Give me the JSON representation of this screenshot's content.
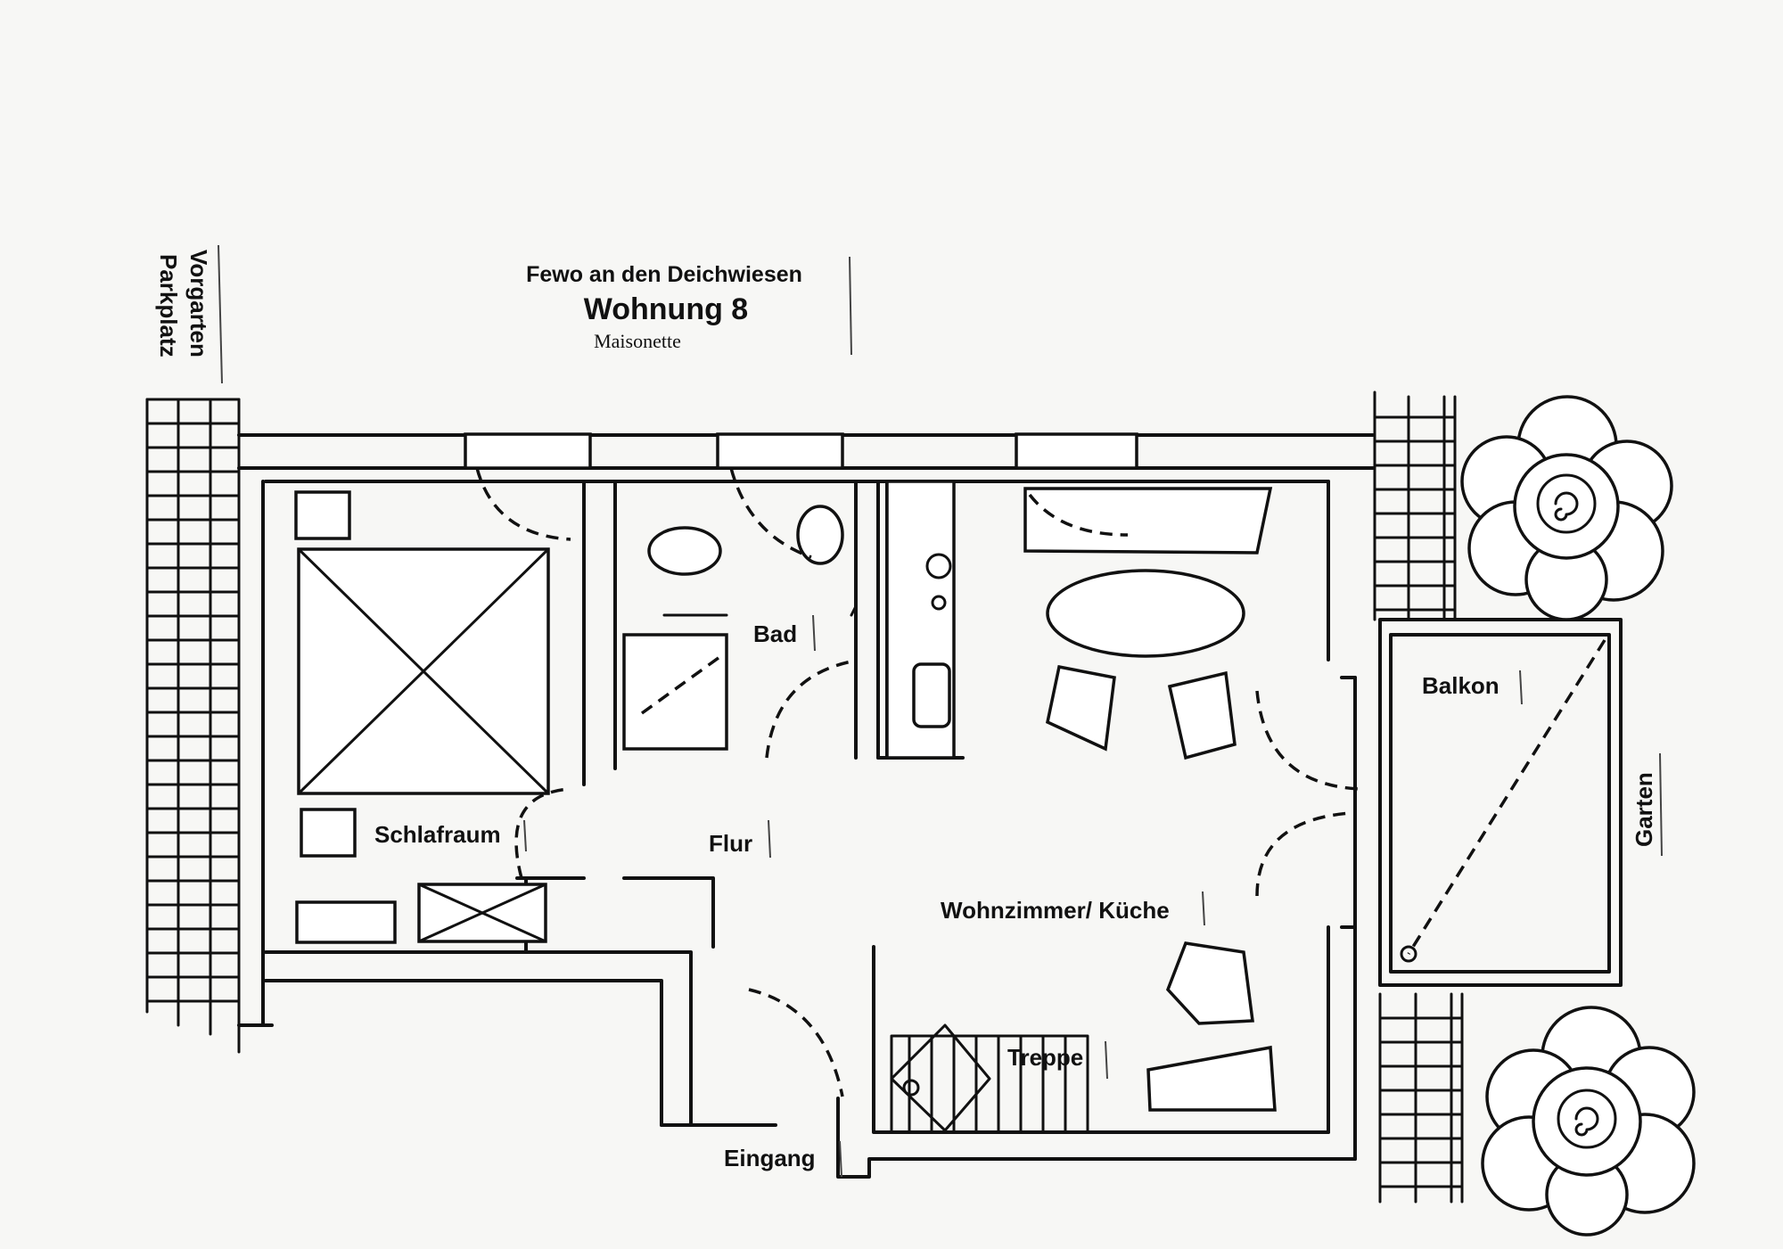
{
  "header": {
    "line1": "Fewo an den Deichwiesen",
    "line2": "Wohnung 8",
    "line3": "Maisonette"
  },
  "side_labels": {
    "left_outer": "Vorgarten",
    "left_inner": "Parkplatz",
    "right": "Garten"
  },
  "rooms": {
    "bedroom": "Schlafraum",
    "bath": "Bad",
    "hall": "Flur",
    "living": "Wohnzimmer/ Küche",
    "stairs": "Treppe",
    "entrance": "Eingang",
    "balcony": "Balkon"
  }
}
